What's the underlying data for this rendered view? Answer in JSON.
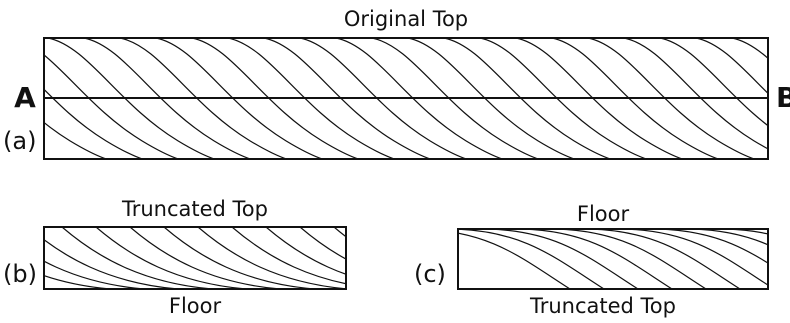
{
  "panel_a": {
    "top_label": "Original Top",
    "left_label": "A",
    "right_label": "B",
    "tag": "(a)"
  },
  "panel_b": {
    "top_label": "Truncated Top",
    "bottom_label": "Floor",
    "tag": "(b)"
  },
  "panel_c": {
    "top_label": "Floor",
    "bottom_label": "Truncated Top",
    "tag": "(c)"
  }
}
